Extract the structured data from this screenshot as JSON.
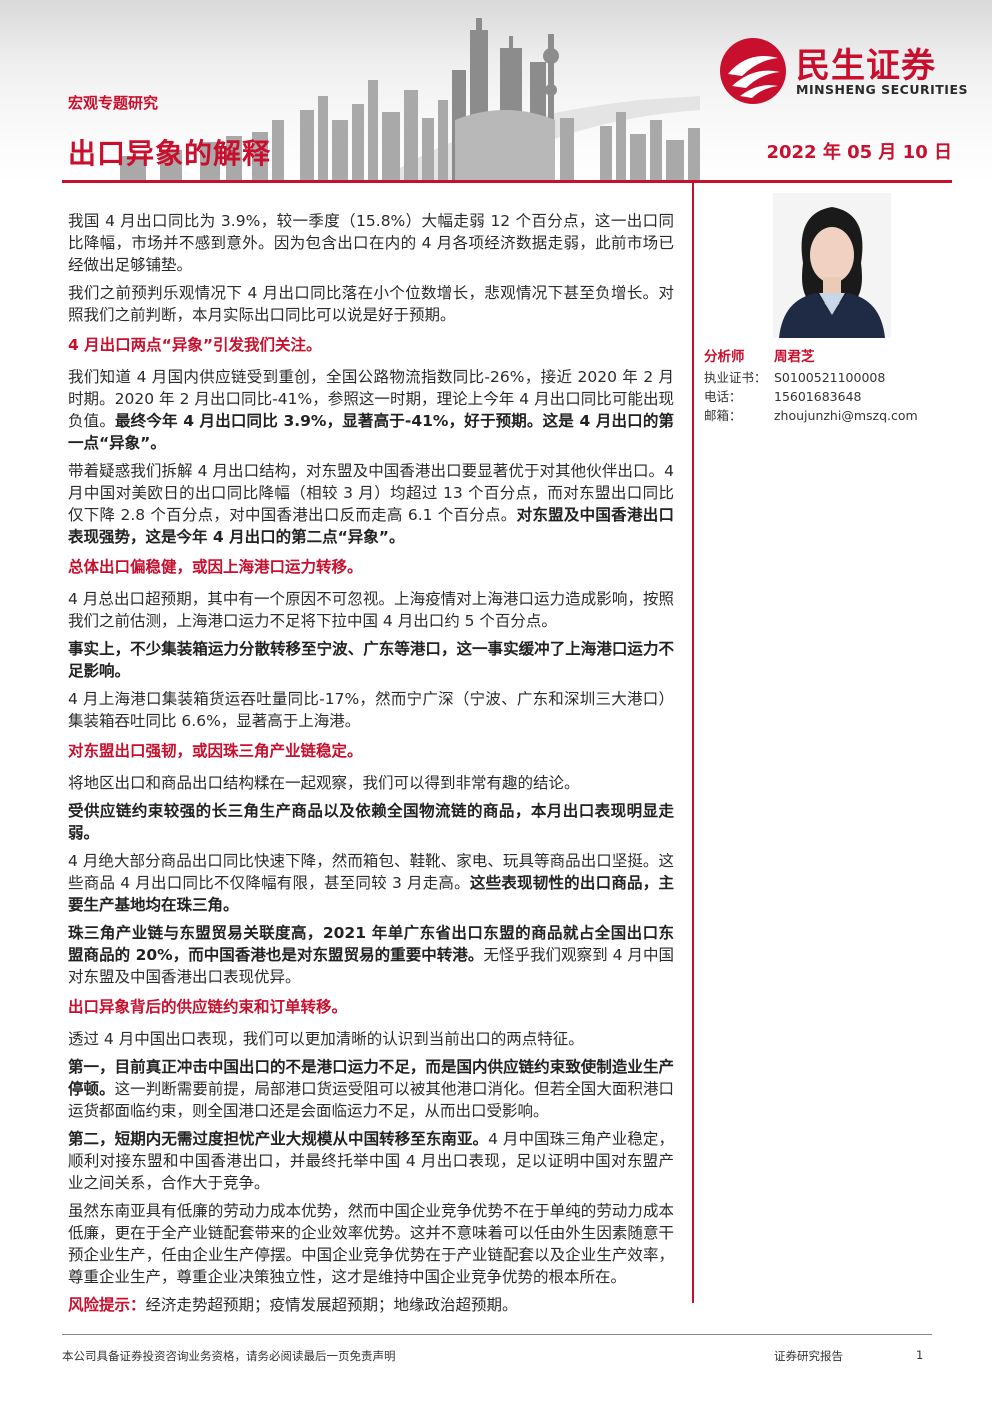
{
  "header": {
    "category": "宏观专题研究",
    "title": "出口异象的解释",
    "date": "2022 年 05 月 10 日",
    "logo_cn": "民生证券",
    "logo_en": "MINSHENG SECURITIES"
  },
  "colors": {
    "accent": "#c8102e"
  },
  "analyst": {
    "role_label": "分析师",
    "name": "周君芝",
    "cert_label": "执业证书：",
    "cert": "S0100521100008",
    "phone_label": "电话：",
    "phone": "15601683648",
    "email_label": "邮箱：",
    "email": "zhoujunzhi@mszq.com"
  },
  "body": {
    "p1": "我国 4 月出口同比为 3.9%，较一季度（15.8%）大幅走弱 12 个百分点，这一出口同比降幅，市场并不感到意外。因为包含出口在内的 4 月各项经济数据走弱，此前市场已经做出足够铺垫。",
    "p2": "我们之前预判乐观情况下 4 月出口同比落在小个位数增长，悲观情况下甚至负增长。对照我们之前判断，本月实际出口同比可以说是好于预期。",
    "h1": "4 月出口两点“异象”引发我们关注。",
    "p3a": "我们知道 4 月国内供应链受到重创，全国公路物流指数同比-26%，接近 2020 年 2 月时期。2020 年 2 月出口同比-41%，参照这一时期，理论上今年 4 月出口同比可能出现负值。",
    "p3b": "最终今年 4 月出口同比 3.9%，显著高于-41%，好于预期。这是 4 月出口的第一点“异象”。",
    "p4a": "带着疑惑我们拆解 4 月出口结构，对东盟及中国香港出口要显著优于对其他伙伴出口。4 月中国对美欧日的出口同比降幅（相较 3 月）均超过 13 个百分点，而对东盟出口同比仅下降 2.8 个百分点，对中国香港出口反而走高 6.1 个百分点。",
    "p4b": "对东盟及中国香港出口表现强势，这是今年 4 月出口的第二点“异象”。",
    "h2": "总体出口偏稳健，或因上海港口运力转移。",
    "p5": "4 月总出口超预期，其中有一个原因不可忽视。上海疫情对上海港口运力造成影响，按照我们之前估测，上海港口运力不足将下拉中国 4 月出口约 5 个百分点。",
    "p6": "事实上，不少集装箱运力分散转移至宁波、广东等港口，这一事实缓冲了上海港口运力不足影响。",
    "p7": "4 月上海港口集装箱货运吞吐量同比-17%，然而宁广深（宁波、广东和深圳三大港口）集装箱吞吐同比 6.6%，显著高于上海港。",
    "h3": "对东盟出口强韧，或因珠三角产业链稳定。",
    "p8": "将地区出口和商品出口结构糅在一起观察，我们可以得到非常有趣的结论。",
    "p9": "受供应链约束较强的长三角生产商品以及依赖全国物流链的商品，本月出口表现明显走弱。",
    "p10a": "4 月绝大部分商品出口同比快速下降，然而箱包、鞋靴、家电、玩具等商品出口坚挺。这些商品 4 月出口同比不仅降幅有限，甚至同较 3 月走高。",
    "p10b": "这些表现韧性的出口商品，主要生产基地均在珠三角。",
    "p11a": "珠三角产业链与东盟贸易关联度高，2021 年单广东省出口东盟的商品就占全国出口东盟商品的 20%，而中国香港也是对东盟贸易的重要中转港。",
    "p11b": "无怪乎我们观察到 4 月中国对东盟及中国香港出口表现优异。",
    "h4": "出口异象背后的供应链约束和订单转移。",
    "p12": "透过 4 月中国出口表现，我们可以更加清晰的认识到当前出口的两点特征。",
    "p13a": "第一，目前真正冲击中国出口的不是港口运力不足，而是国内供应链约束致使制造业生产停顿。",
    "p13b": "这一判断需要前提，局部港口货运受阻可以被其他港口消化。但若全国大面积港口运货都面临约束，则全国港口还是会面临运力不足，从而出口受影响。",
    "p14a": "第二，短期内无需过度担忧产业大规模从中国转移至东南亚。",
    "p14b": "4 月中国珠三角产业稳定，顺利对接东盟和中国香港出口，并最终托举中国 4 月出口表现，足以证明中国对东盟产业之间关系，合作大于竞争。",
    "p15": "虽然东南亚具有低廉的劳动力成本优势，然而中国企业竞争优势不在于单纯的劳动力成本低廉，更在于全产业链配套带来的企业效率优势。这并不意味着可以任由外生因素随意干预企业生产，任由企业生产停摆。中国企业竞争优势在于产业链配套以及企业生产效率，尊重企业生产，尊重企业决策独立性，这才是维持中国企业竞争优势的根本所在。",
    "risk_label": "风险提示：",
    "risk_text": "经济走势超预期；疫情发展超预期；地缘政治超预期。"
  },
  "footer": {
    "disclaimer": "本公司具备证券投资咨询业务资格，请务必阅读最后一页免责声明",
    "report_type": "证券研究报告",
    "page": "1"
  }
}
